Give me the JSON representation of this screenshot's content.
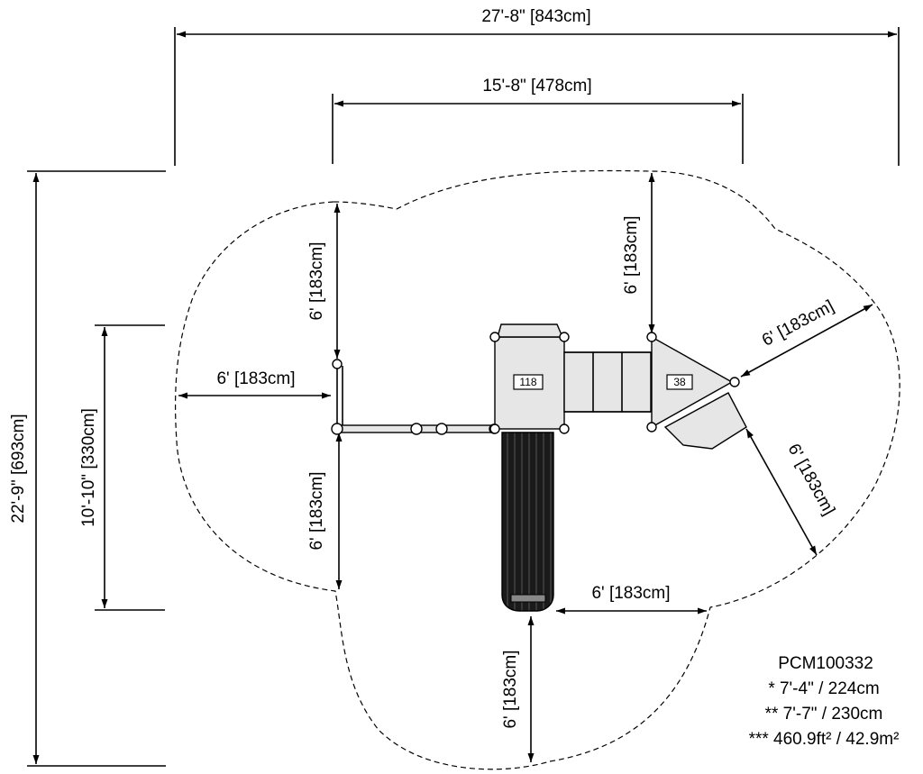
{
  "product_code": "PCM100332",
  "notes": [
    "* 7'-4\" / 224cm",
    "** 7'-7\" / 230cm",
    "*** 460.9ft² / 42.9m²"
  ],
  "dimensions": {
    "overall_width": "27'-8\" [843cm]",
    "inner_width": "15'-8\" [478cm]",
    "overall_depth": "22'-9\" [693cm]",
    "inner_depth": "10'-10\" [330cm]",
    "clearance_left": "6' [183cm]",
    "clearance_top_left": "6' [183cm]",
    "clearance_bottom_left": "6' [183cm]",
    "clearance_top_right": "6' [183cm]",
    "clearance_right_upper": "6' [183cm]",
    "clearance_right_lower": "6' [183cm]",
    "clearance_slide_side": "6' [183cm]",
    "clearance_slide_end": "6' [183cm]"
  },
  "deck_labels": {
    "main_deck": "118",
    "side_deck": "38"
  }
}
